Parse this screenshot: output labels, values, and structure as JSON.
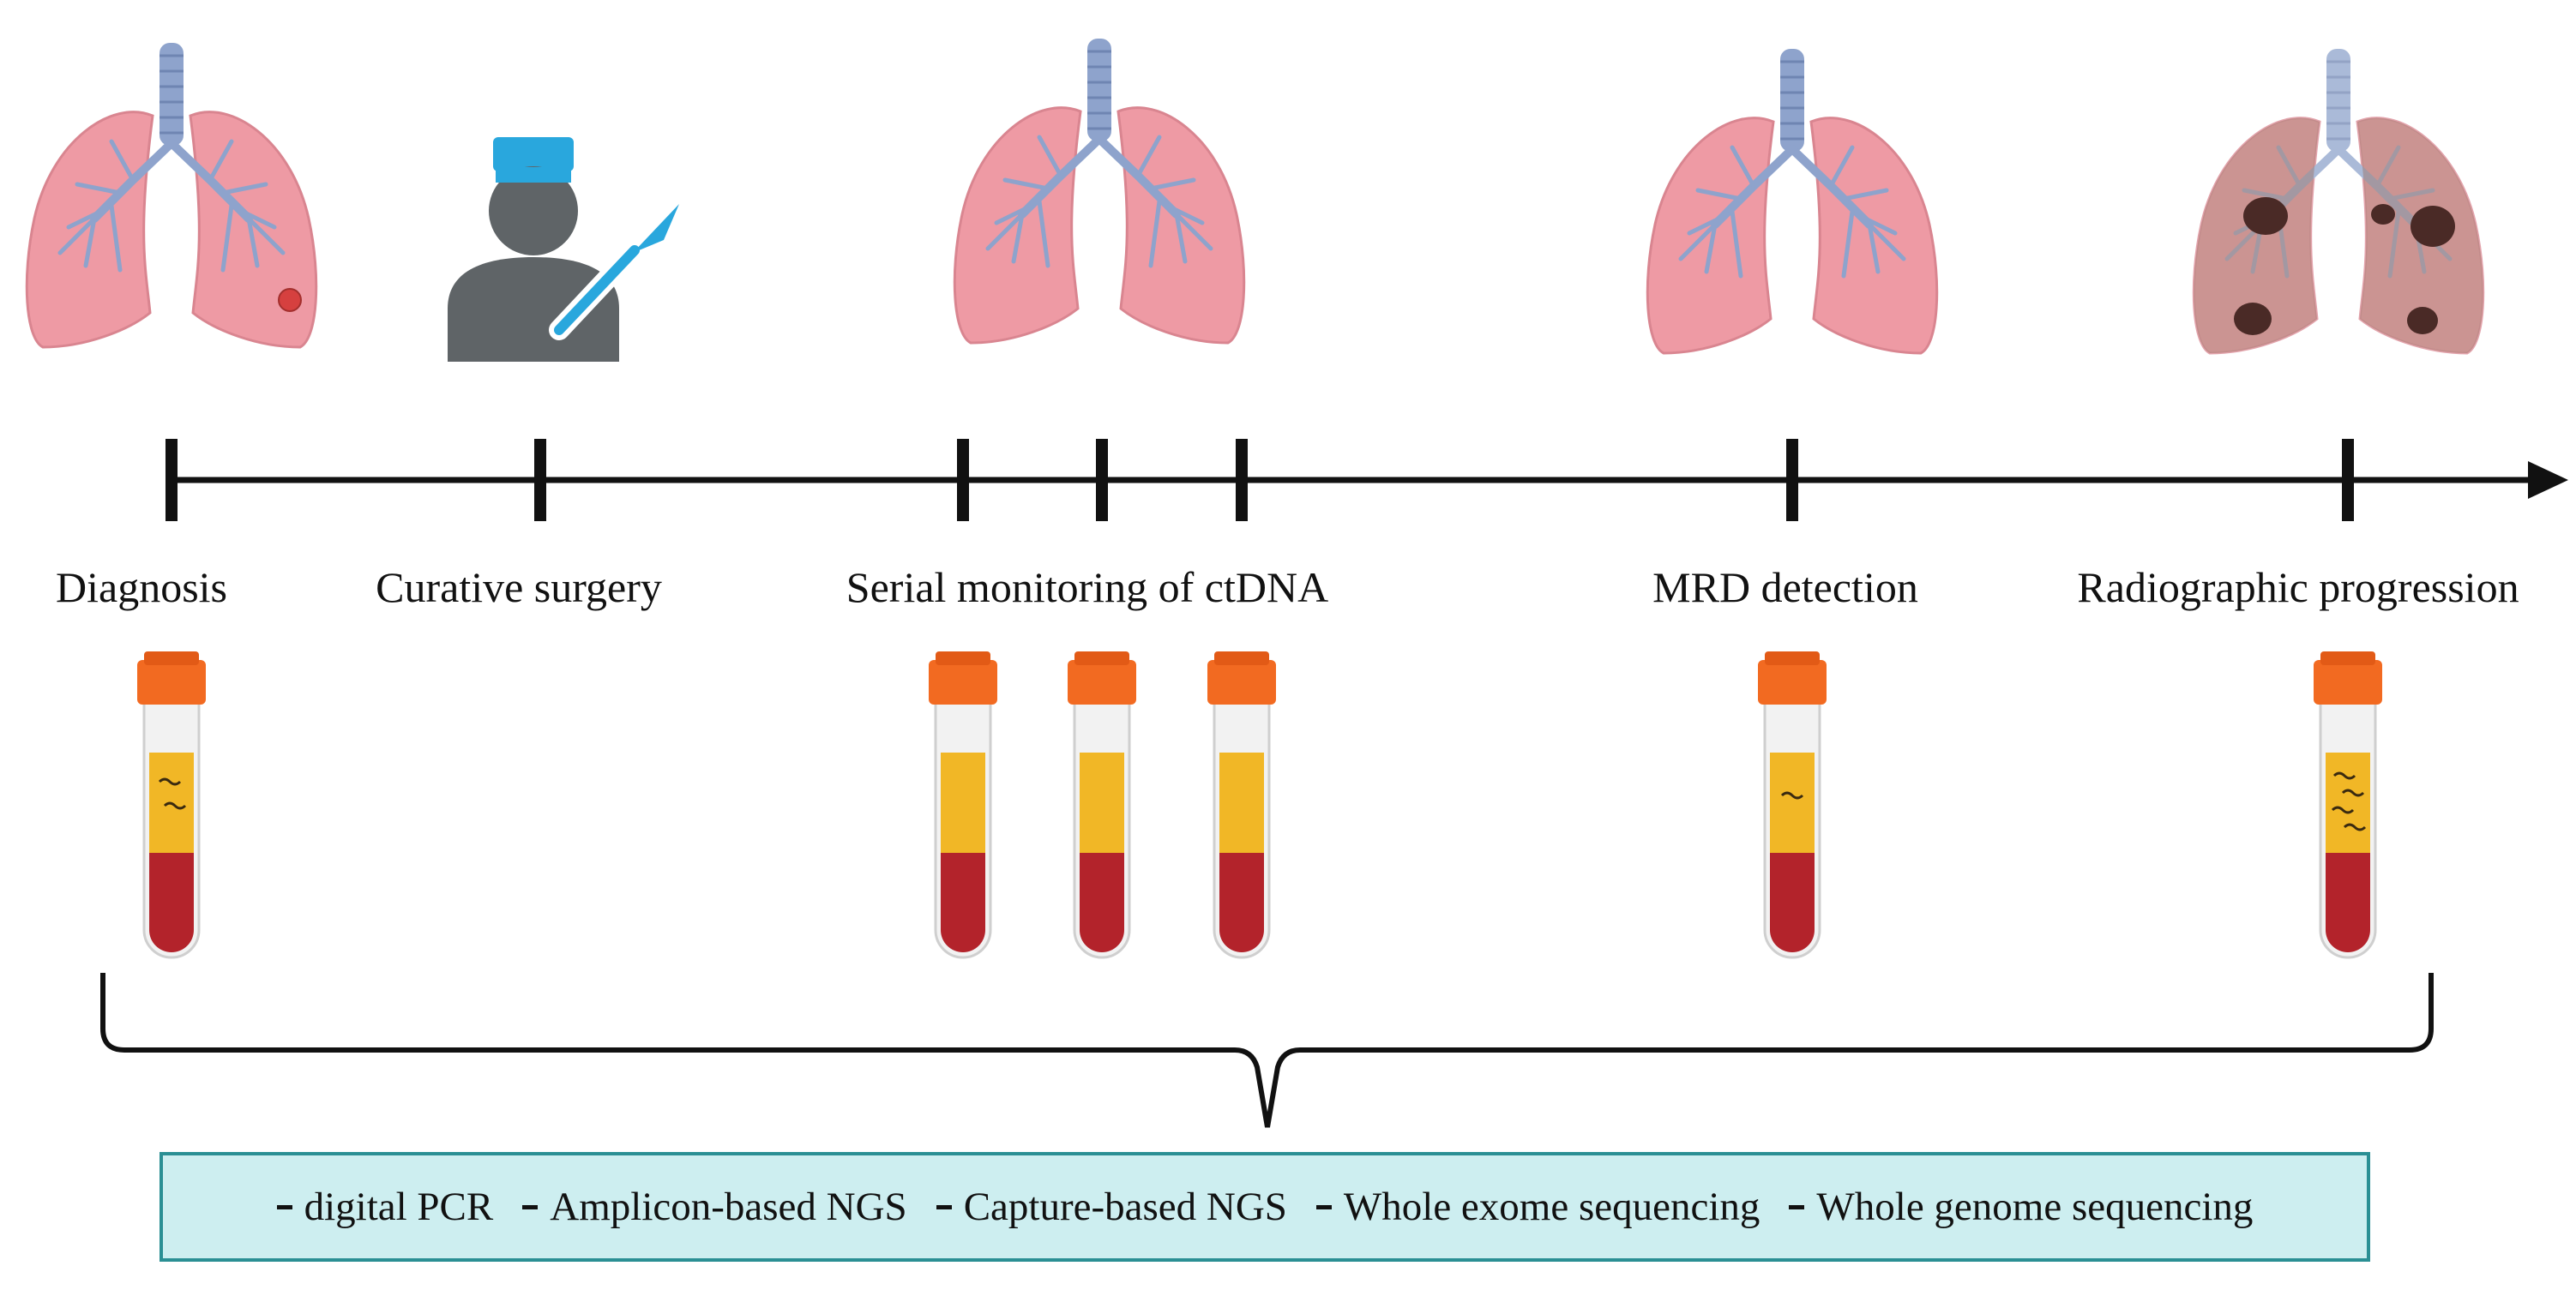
{
  "timeline": {
    "events": [
      {
        "id": "diagnosis",
        "label": "Diagnosis"
      },
      {
        "id": "curative-surgery",
        "label": "Curative surgery"
      },
      {
        "id": "serial-monitoring",
        "label": "Serial monitoring of ctDNA"
      },
      {
        "id": "mrd-detection",
        "label": "MRD detection"
      },
      {
        "id": "radiographic-progression",
        "label": "Radiographic progression"
      }
    ]
  },
  "methods": [
    {
      "label": "digital PCR"
    },
    {
      "label": "Amplicon-based NGS"
    },
    {
      "label": "Capture-based NGS"
    },
    {
      "label": "Whole exome sequencing"
    },
    {
      "label": "Whole genome sequencing"
    }
  ],
  "colors": {
    "lung_pink": "#ee9aa4",
    "airway_blue": "#8ea3cc",
    "tumor_red": "#d6403f",
    "metastasis_dark": "#4a2a26",
    "surgeon_gray": "#5f6467",
    "surgeon_cap": "#29a7dd",
    "tube_cap": "#f26a21",
    "plasma": "#f1b726",
    "blood": "#b3232b",
    "box_fill": "#cdeef0",
    "box_border": "#2a8f94"
  }
}
